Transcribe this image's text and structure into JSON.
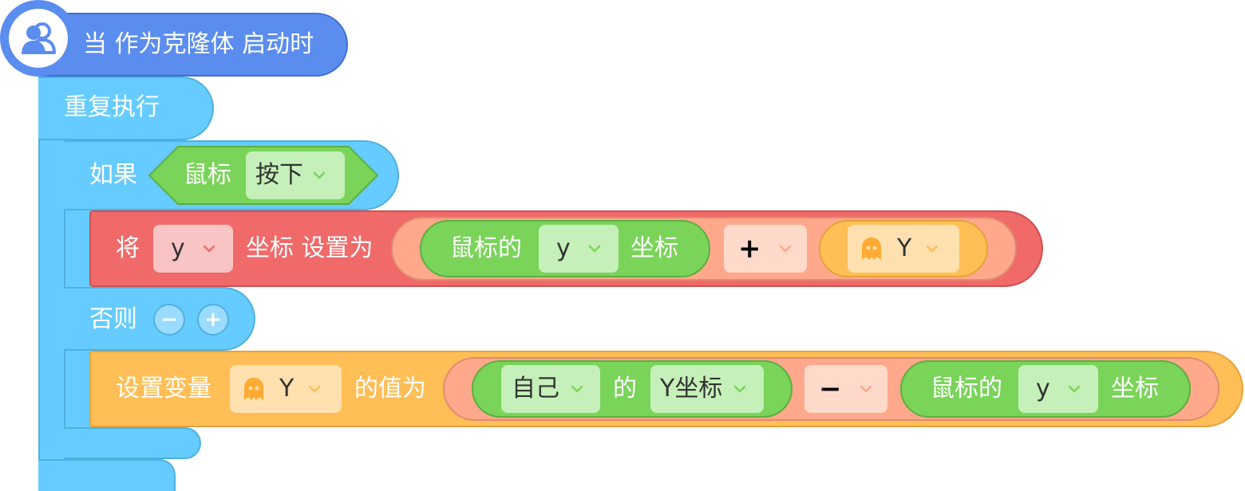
{
  "colors": {
    "event": "#5B8DEF",
    "control": "#66CCFF",
    "sensing": "#7AD45A",
    "motion": "#F06A6A",
    "operator": "#FFA88B",
    "variable": "#FFBE56"
  },
  "hat": {
    "icon": "clone-users-icon",
    "label": "当 作为克隆体 启动时"
  },
  "forever": {
    "label": "重复执行"
  },
  "if_block": {
    "if_label": "如果",
    "condition": {
      "sensor": "鼠标",
      "option": "按下"
    },
    "else_label": "否则",
    "minus_btn": "−",
    "plus_btn": "+"
  },
  "set_coord": {
    "prefix": "将",
    "axis": "y",
    "middle": "坐标 设置为",
    "left_operand": {
      "prefix": "鼠标的",
      "axis": "y",
      "suffix": "坐标"
    },
    "operator": "+",
    "right_operand": {
      "icon": "ghost-icon",
      "variable": "Y"
    }
  },
  "set_variable": {
    "prefix": "设置变量",
    "variable_icon": "ghost-icon",
    "variable": "Y",
    "middle": "的值为",
    "left_operand": {
      "target": "自己",
      "of_label": "的",
      "property": "Y坐标"
    },
    "operator": "−",
    "right_operand": {
      "prefix": "鼠标的",
      "axis": "y",
      "suffix": "坐标"
    }
  }
}
